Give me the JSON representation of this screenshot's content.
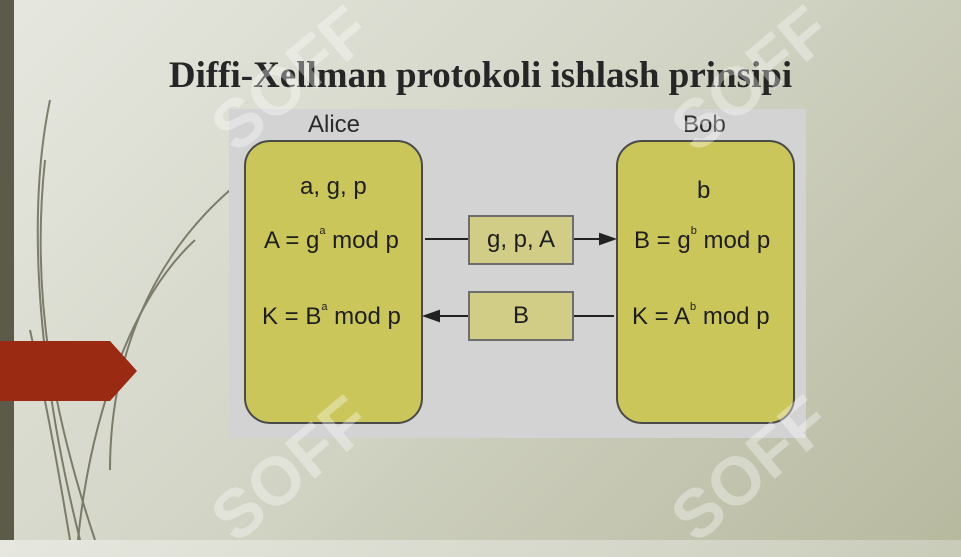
{
  "slide": {
    "title": "Diffi-Xellman protokoli ishlash prinsipi"
  },
  "diagram": {
    "alice": {
      "name": "Alice",
      "params": "a, g, p",
      "public_key": {
        "lhs": "A = g",
        "exp": "a",
        "rhs": " mod p"
      },
      "shared_key": {
        "lhs": "K = B",
        "exp": "a",
        "rhs": " mod p"
      }
    },
    "bob": {
      "name": "Bob",
      "params": "b",
      "public_key": {
        "lhs": "B = g",
        "exp": "b",
        "rhs": " mod p"
      },
      "shared_key": {
        "lhs": "K = A",
        "exp": "b",
        "rhs": " mod p"
      }
    },
    "messages": {
      "to_bob": "g, p, A",
      "to_alice": "B"
    }
  },
  "watermark": {
    "text": "SOFF"
  },
  "colors": {
    "party_box": "#cbc65a",
    "message_box": "#d2cd86",
    "accent_arrow": "#9a2a12",
    "left_bar": "#5c5a48"
  }
}
